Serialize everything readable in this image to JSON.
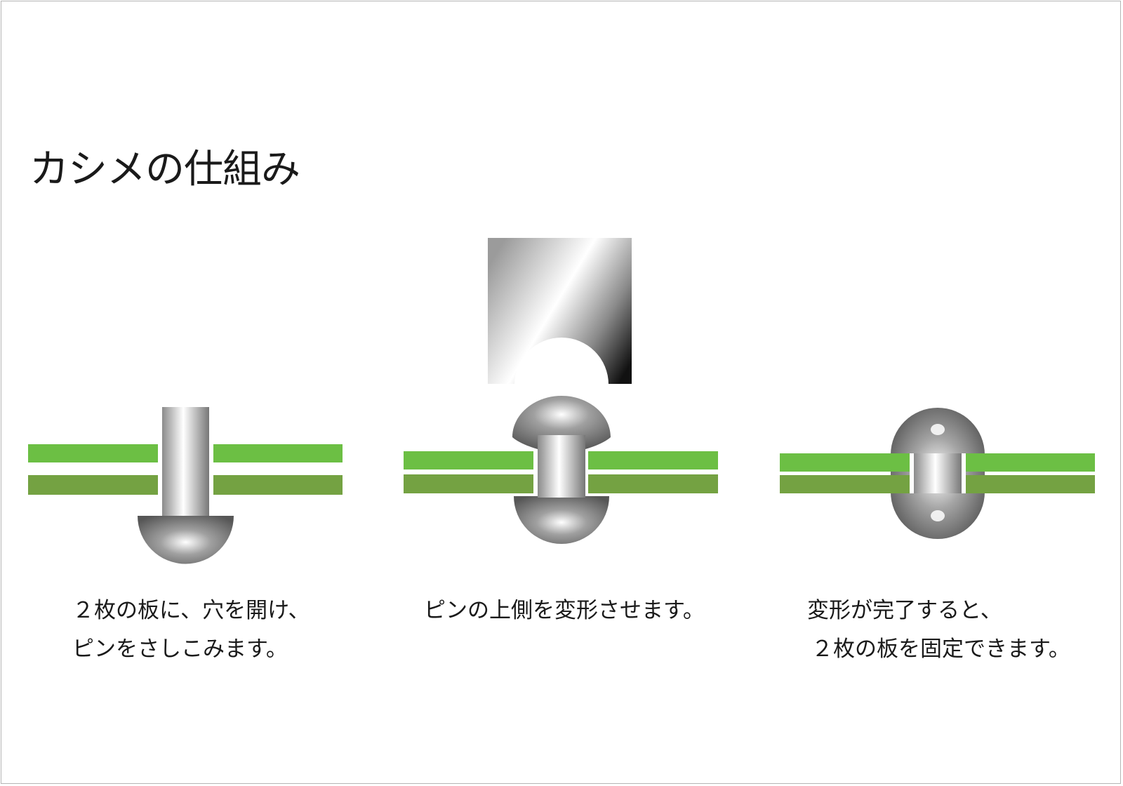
{
  "title": "カシメの仕組み",
  "steps": [
    {
      "caption_lines": [
        "２枚の板に、穴を開け、",
        "ピンをさしこみます。"
      ]
    },
    {
      "caption_lines": [
        "ピンの上側を変形させます。"
      ]
    },
    {
      "caption_lines": [
        "変形が完了すると、",
        "２枚の板を固定できます。"
      ]
    }
  ],
  "colors": {
    "plate_top": "#6cbf44",
    "plate_bottom": "#74a242",
    "frame": "#b5b5b5",
    "text": "#1a1a1a"
  }
}
